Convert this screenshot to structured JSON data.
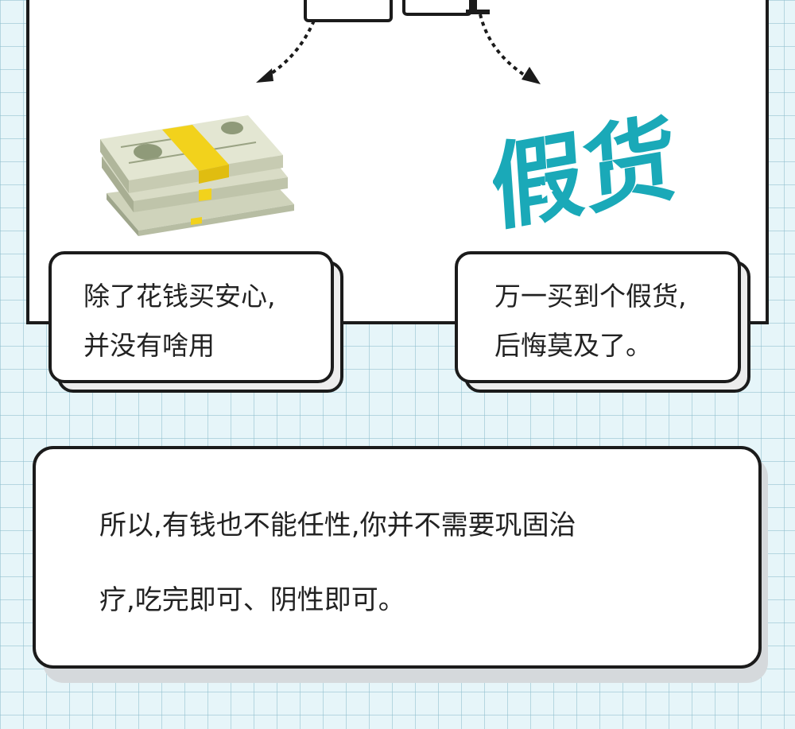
{
  "images": {
    "money_alt": "money-stack",
    "fake_text": "假货",
    "fake_color": "#1aa9b8"
  },
  "bubbles": {
    "left": {
      "line1": "除了花钱买安心,",
      "line2": "并没有啥用"
    },
    "right": {
      "line1": "万一买到个假货,",
      "line2": "后悔莫及了。"
    }
  },
  "conclusion": {
    "line1": "所以,有钱也不能任性,你并不需要巩固治",
    "line2": "疗,吃完即可、阴性即可。"
  },
  "colors": {
    "background": "#e6f5f9",
    "border": "#1b1b1b",
    "accent": "#1aa9b8",
    "money_band": "#f2d21c"
  }
}
